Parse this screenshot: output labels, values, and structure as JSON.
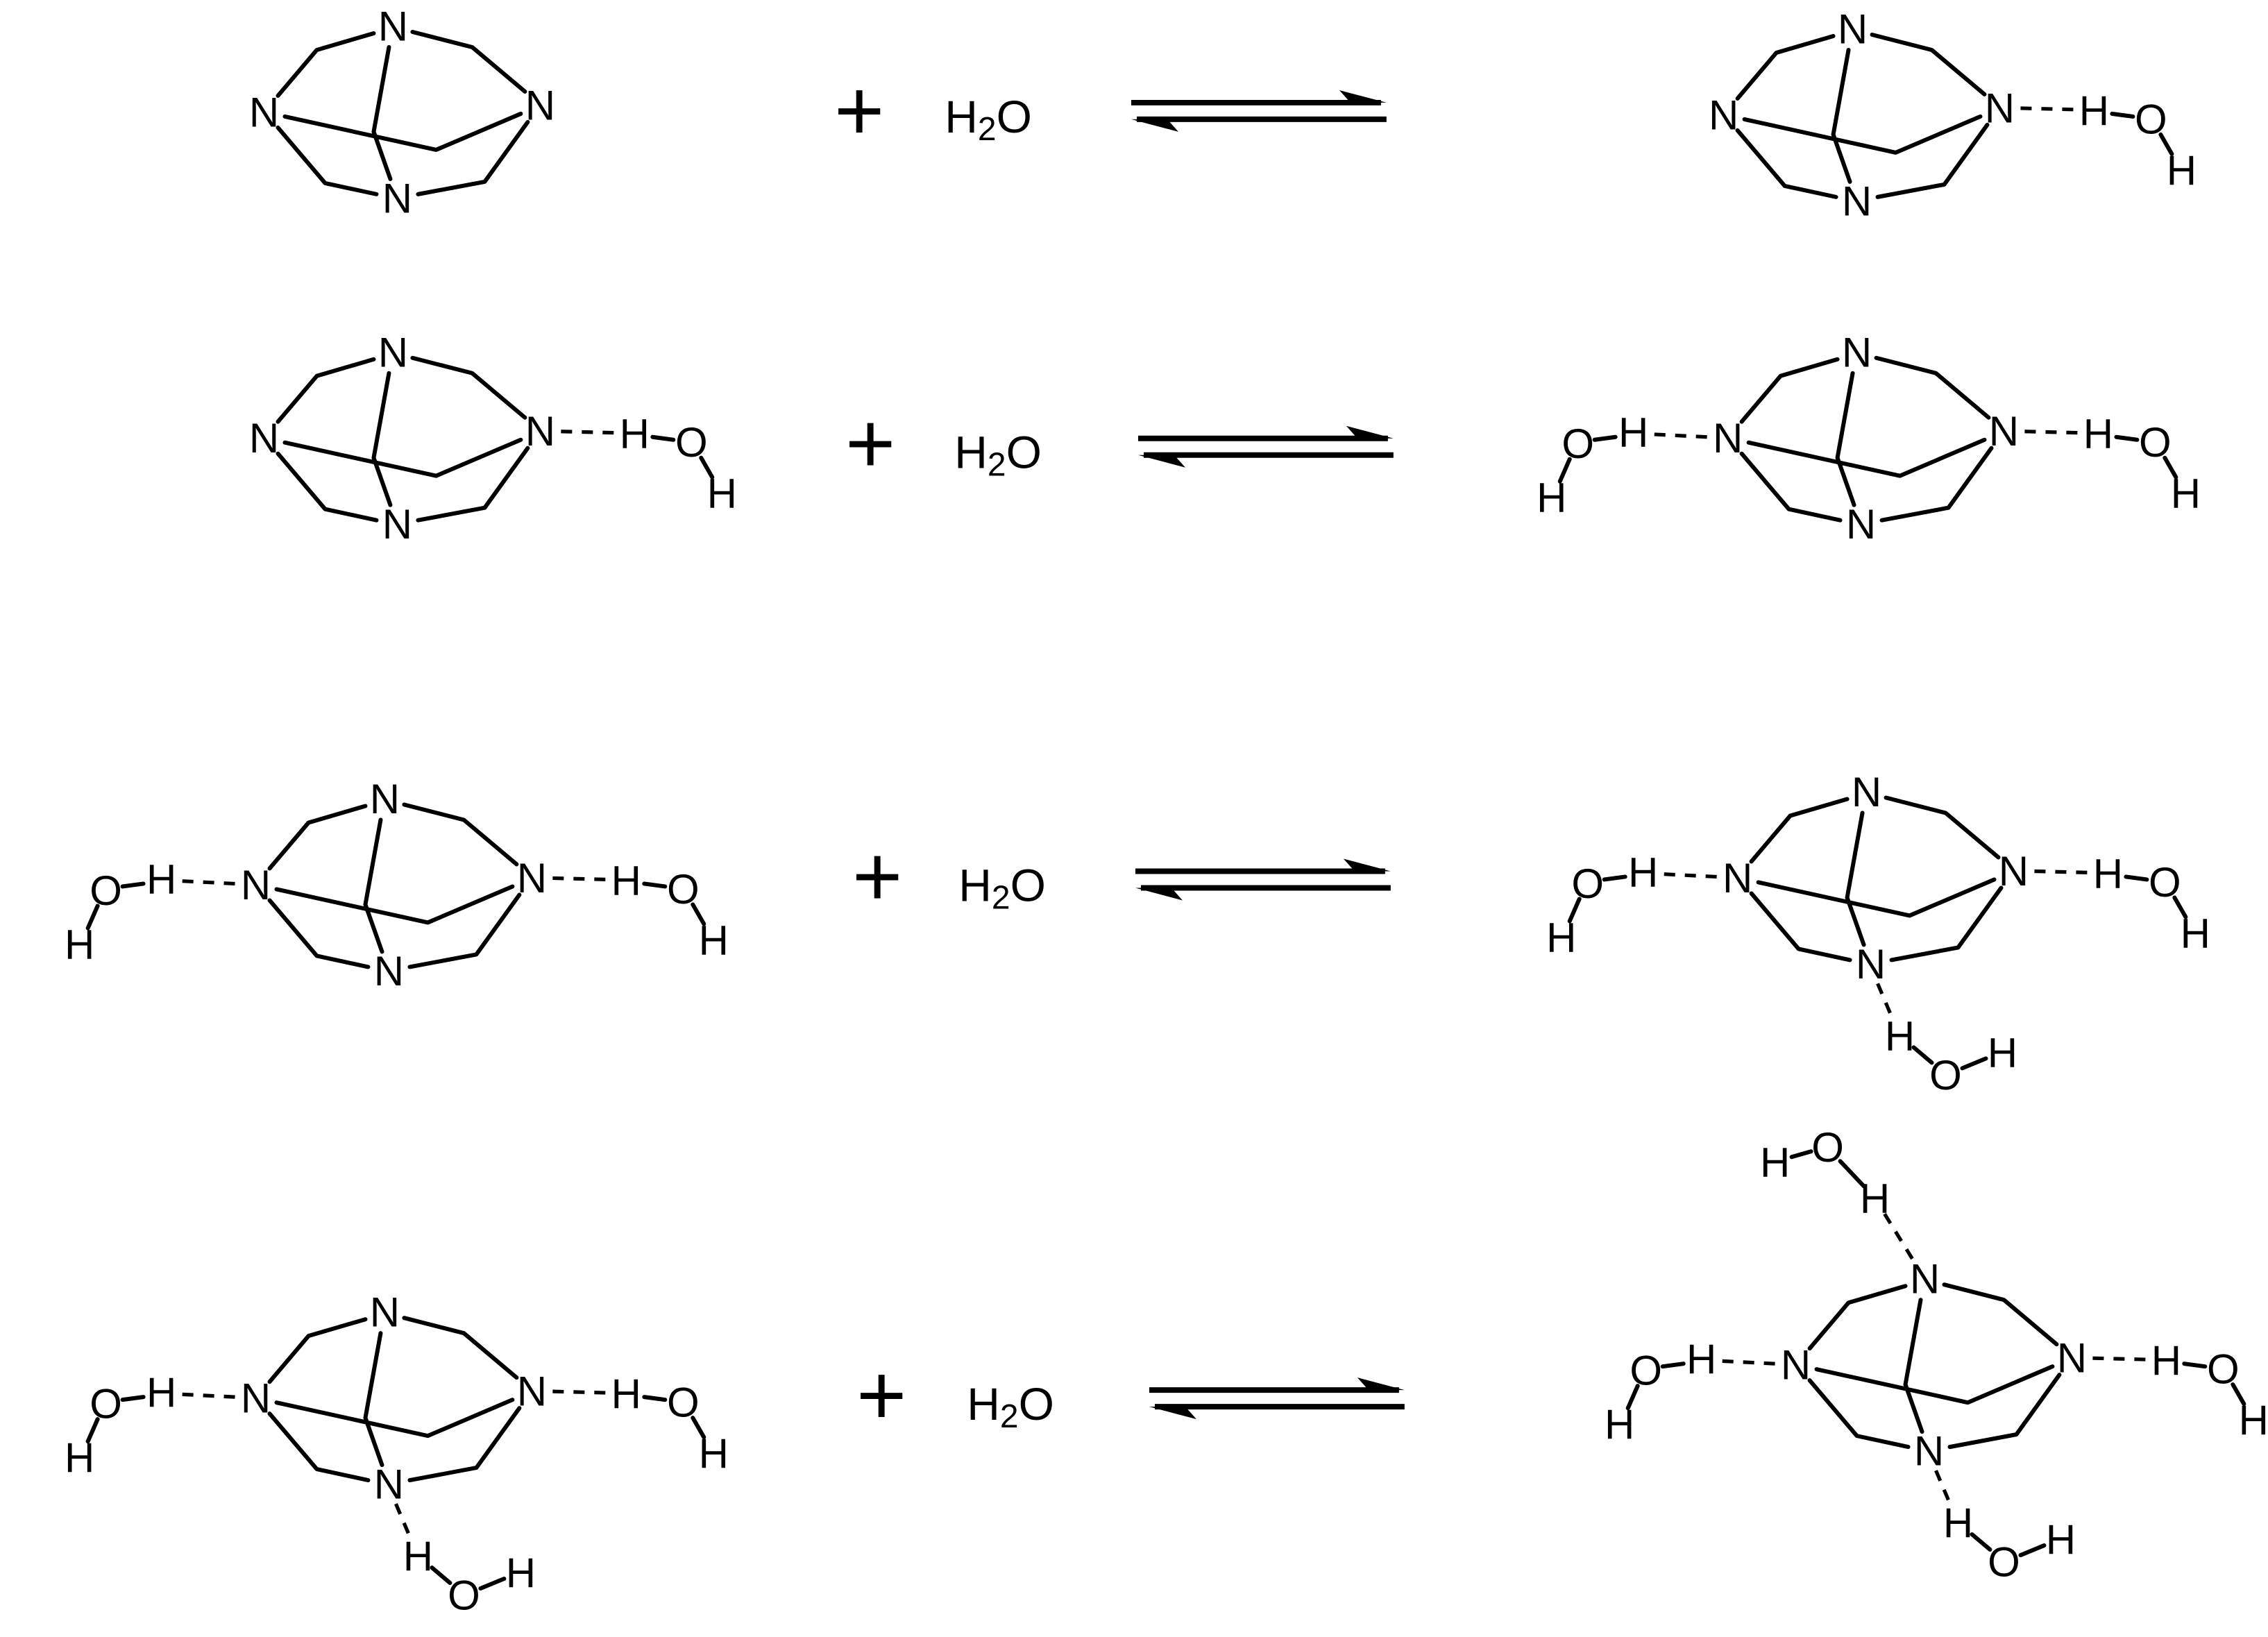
{
  "labels": {
    "nitrogen": "N",
    "hydrogen": "H",
    "oxygen": "O",
    "plus": "+"
  },
  "reagent": {
    "h": "H",
    "sub": "2",
    "o": "O"
  },
  "colors": {
    "ink": "#000000",
    "background": "#ffffff"
  },
  "scheme": {
    "type": "chemical-equilibrium-diagram",
    "molecule": "tetraazaadamantane-cage",
    "rows": [
      {
        "left_bound_waters": 0,
        "reagent": "H2O",
        "arrow": "equilibrium",
        "right_bound_waters": 1
      },
      {
        "left_bound_waters": 1,
        "reagent": "H2O",
        "arrow": "equilibrium",
        "right_bound_waters": 2
      },
      {
        "left_bound_waters": 2,
        "reagent": "H2O",
        "arrow": "equilibrium",
        "right_bound_waters": 3
      },
      {
        "left_bound_waters": 3,
        "reagent": "H2O",
        "arrow": "equilibrium",
        "right_bound_waters": 4
      }
    ]
  }
}
